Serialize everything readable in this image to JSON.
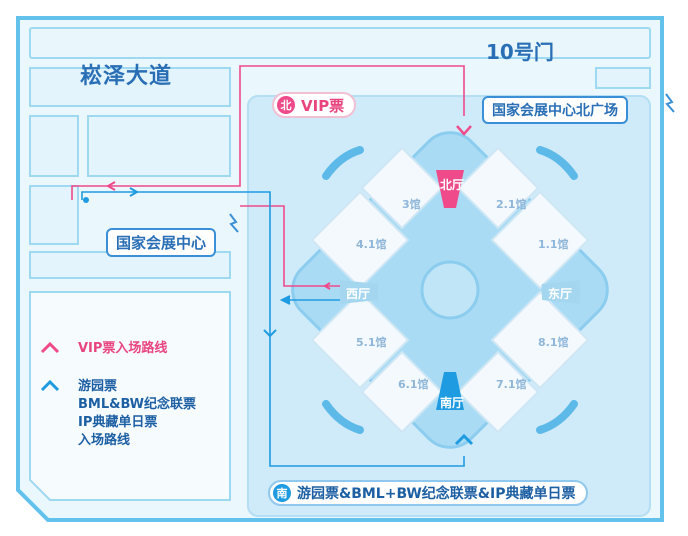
{
  "map": {
    "road_name": "崧泽大道",
    "gate": "10号门",
    "venue_label": "国家会展中心",
    "north_plaza_label": "国家会展中心北广场",
    "halls": {
      "h3": "3馆",
      "h21": "2.1馆",
      "h41": "4.1馆",
      "h11": "1.1馆",
      "h51": "5.1馆",
      "h81": "8.1馆",
      "h61": "6.1馆",
      "h71": "7.1馆"
    },
    "entrances": {
      "north": "北厅",
      "west": "西厅",
      "east": "东厅",
      "south": "南厅"
    },
    "vip_tag": {
      "dot": "北",
      "text": "VIP票"
    },
    "south_tag": {
      "dot": "南",
      "text": "游园票&BML+BW纪念联票&IP典藏单日票"
    },
    "legend": {
      "vip": "VIP票入场路线",
      "general_lines": [
        "游园票",
        "BML&BW纪念联票",
        "IP典藏单日票",
        "入场路线"
      ]
    },
    "colors": {
      "vip_route": "#ef4a8a",
      "general_route": "#1f9be2",
      "frame": "#63c2ec",
      "background": "#d6eefb"
    }
  }
}
